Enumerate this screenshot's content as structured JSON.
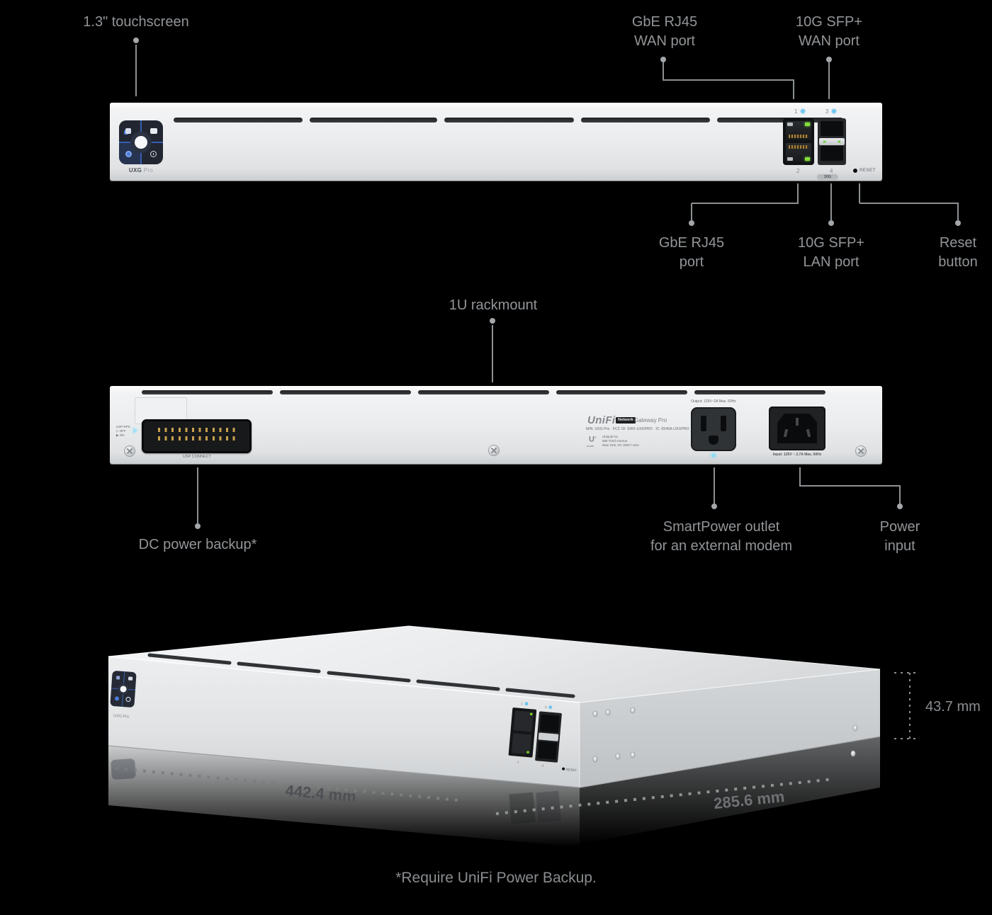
{
  "front": {
    "callouts": {
      "touchscreen": "1.3\" touchscreen",
      "gbe_wan": [
        "GbE RJ45",
        "WAN port"
      ],
      "sfp_wan": [
        "10G SFP+",
        "WAN port"
      ],
      "gbe_lan": [
        "GbE RJ45",
        "port"
      ],
      "sfp_lan": [
        "10G SFP+",
        "LAN port"
      ],
      "reset": [
        "Reset",
        "button"
      ]
    },
    "device": {
      "model": "UXG",
      "model_suffix": "Pro",
      "ports": [
        "1",
        "2",
        "3",
        "4"
      ],
      "badge": "10G",
      "reset": "RESET"
    }
  },
  "back": {
    "callouts": {
      "rackmount": "1U rackmount",
      "dc_backup": "DC power backup*",
      "smartpower": [
        "SmartPower outlet",
        "for an external modem"
      ],
      "power_input": [
        "Power",
        "input"
      ]
    },
    "device": {
      "usp_rps": "USP RPS",
      "usp_off": "OFF",
      "usp_on": "ON",
      "usp_connect": "USP CONNECT",
      "logo": "UniFi",
      "reg_mark": "®",
      "network_badge": "Network",
      "product": "Gateway Pro",
      "regulatory": [
        "M/N: UXG-Pro",
        "FCC ID: SWX-UXGPRO",
        "IC: 6545A-UXGPRO"
      ],
      "mfr_logo": "U",
      "mfr_site": "ui.com",
      "mfr_lines": [
        "Ubiquiti Inc.",
        "685 Third Avenue",
        "New York, NY 10017 USA"
      ],
      "output_label": "Output: 125V~2A Max, 60Hz",
      "input_label": "Input: 125V ~ 2.7A Max, 60Hz"
    }
  },
  "iso": {
    "model": "UXG Pro",
    "reset": "RESET",
    "dimensions": {
      "width": "442.4 mm",
      "depth": "285.6 mm",
      "height": "43.7 mm"
    }
  },
  "footnote": "*Require UniFi Power Backup.",
  "colors": {
    "background": "#000000",
    "chassis_light": "#eef0f2",
    "chassis_dark": "#cbced0",
    "label_gray": "#929598",
    "screen_navy": "#212631",
    "accent_blue": "#3a67c8",
    "led_blue": "#72c7ee",
    "led_green": "#84e03c",
    "dim_dark": "#4e5154"
  }
}
